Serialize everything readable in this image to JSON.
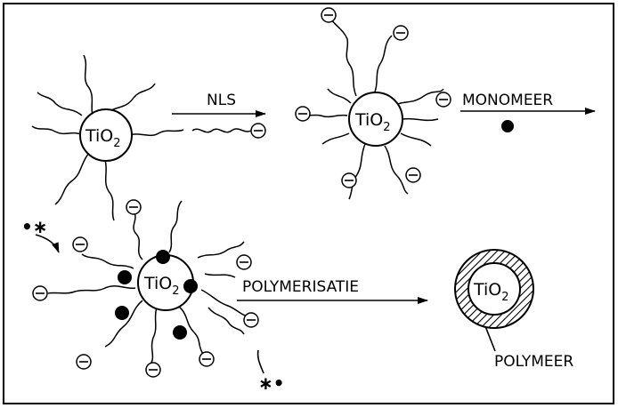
{
  "core": {
    "formula_base": "TiO",
    "formula_subscript": "2"
  },
  "steps": {
    "step1_label": "NLS",
    "step2_label": "MONOMEER",
    "step3_label": "POLYMERISATIE"
  },
  "shell_label": "POLYMEER",
  "initiator_marks": {
    "left": "•∗",
    "right": "∗•"
  },
  "icon_names": {
    "charge": "negative-charge-icon",
    "monomer": "monomer-dot-icon",
    "arrow": "reaction-arrow-icon"
  },
  "colors": {
    "ink": "#000000",
    "background": "#ffffff"
  }
}
